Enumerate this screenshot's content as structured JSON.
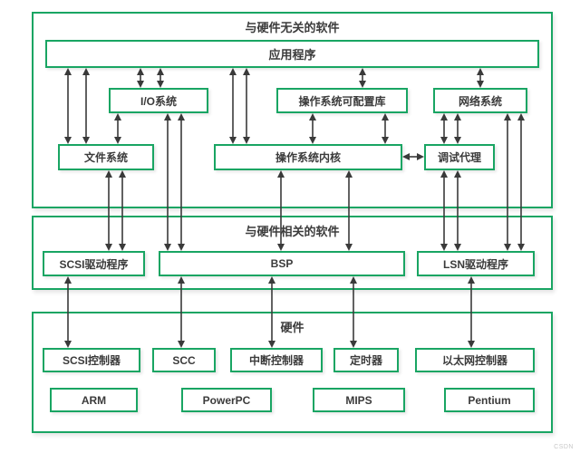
{
  "diagram": {
    "sections": {
      "top": {
        "title": "与硬件无关的软件"
      },
      "middle": {
        "title": "与硬件相关的软件"
      },
      "bottom": {
        "title": "硬件"
      }
    },
    "nodes": {
      "app": "应用程序",
      "io": "I/O系统",
      "oslib": "操作系统可配置库",
      "net": "网络系统",
      "fs": "文件系统",
      "kernel": "操作系统内核",
      "debug": "调试代理",
      "scsi_drv": "SCSI驱动程序",
      "bsp": "BSP",
      "lsn_drv": "LSN驱动程序",
      "scsi_ctl": "SCSI控制器",
      "scc": "SCC",
      "intc": "中断控制器",
      "timer": "定时器",
      "eth": "以太网控制器",
      "arm": "ARM",
      "powerpc": "PowerPC",
      "mips": "MIPS",
      "pentium": "Pentium"
    },
    "colors": {
      "border": "#19a563",
      "arrow": "#3a3a3a",
      "text": "#3b3b3b"
    },
    "watermark": "CSDN",
    "edges": {
      "vertical": [
        [
          75,
          75,
          159
        ],
        [
          95,
          75,
          159
        ],
        [
          155,
          75,
          97
        ],
        [
          177,
          75,
          97
        ],
        [
          130,
          125,
          159
        ],
        [
          257,
          75,
          159
        ],
        [
          272,
          75,
          159
        ],
        [
          400,
          75,
          97
        ],
        [
          345,
          125,
          159
        ],
        [
          425,
          125,
          159
        ],
        [
          530,
          75,
          97
        ],
        [
          490,
          125,
          159
        ],
        [
          505,
          125,
          159
        ],
        [
          120,
          188,
          277
        ],
        [
          135,
          188,
          277
        ],
        [
          185,
          125,
          277
        ],
        [
          200,
          125,
          277
        ],
        [
          310,
          188,
          277
        ],
        [
          385,
          188,
          277
        ],
        [
          490,
          188,
          277
        ],
        [
          505,
          188,
          277
        ],
        [
          560,
          125,
          277
        ],
        [
          575,
          125,
          277
        ],
        [
          75,
          305,
          384
        ],
        [
          200,
          305,
          384
        ],
        [
          300,
          305,
          384
        ],
        [
          390,
          305,
          384
        ],
        [
          520,
          305,
          384
        ]
      ],
      "horizontal": [
        [
          444,
          468,
          173
        ]
      ]
    }
  }
}
